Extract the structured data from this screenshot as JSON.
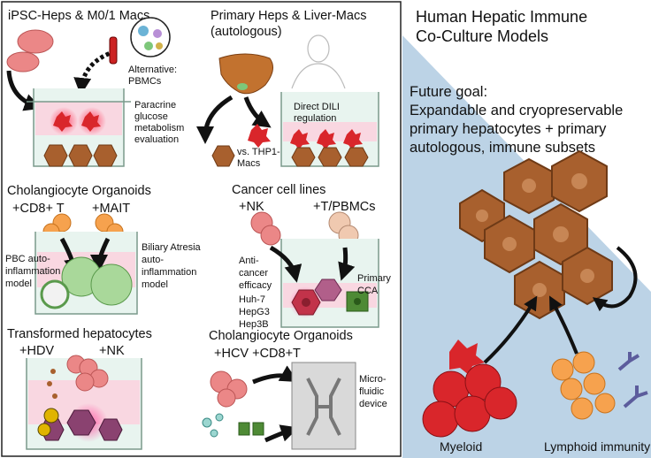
{
  "colors": {
    "hep_brown": "#a8602e",
    "hep_brown_dark": "#6e3a16",
    "red_cell": "#d9262b",
    "orange_cell": "#f6a24e",
    "peach_cell": "#f0c9b0",
    "pink_cell": "#eb8787",
    "well_fill": "#e8f4ef",
    "medium_pink": "#f9d7e1",
    "blue_panel": "#bcd3e6",
    "green_organoid": "#a9d89a",
    "antibody_blue": "#5c5c9c"
  },
  "panels": {
    "ipsc": {
      "title": "iPSC-Heps & M0/1 Macs",
      "alt_label_1": "Alternative:",
      "alt_label_2": "PBMCs",
      "desc_1": "Paracrine",
      "desc_2": "glucose",
      "desc_3": "metabolism",
      "desc_4": "evaluation"
    },
    "primary": {
      "title_1": "Primary Heps & Liver-Macs",
      "title_2": "(autologous)",
      "direct_1": "Direct DILI",
      "direct_2": "regulation",
      "vs_1": "vs. THP1-",
      "vs_2": "Macs"
    },
    "cholangio": {
      "title": "Cholangiocyte Organoids",
      "cd8_label": "+CD8+ T",
      "mait_label": "+MAIT",
      "pbc_1": "PBC auto-",
      "pbc_2": "inflammation",
      "pbc_3": "model",
      "ba_1": "Biliary Atresia",
      "ba_2": "auto-",
      "ba_3": "inflammation",
      "ba_4": "model"
    },
    "cancer": {
      "title": "Cancer cell lines",
      "nk_label": "+NK",
      "t_label": "+T/PBMCs",
      "anti_1": "Anti-",
      "anti_2": "cancer",
      "anti_3": "efficacy",
      "line_1": "Huh-7",
      "line_2": "HepG3",
      "line_3": "Hep3B",
      "primary_1": "Primary",
      "primary_2": "CCA"
    },
    "transformed": {
      "title": "Transformed hepatocytes",
      "hdv_label": "+HDV",
      "nk_label": "+NK"
    },
    "hcv": {
      "title": "Cholangiocyte Organoids",
      "labels": "+HCV +CD8+T",
      "device_1": "Micro-",
      "device_2": "fluidic",
      "device_3": "device"
    }
  },
  "right": {
    "title_1": "Human Hepatic Immune",
    "title_2": "Co-Culture Models",
    "goal_1": "Future goal:",
    "goal_2": "Expandable and cryopreservable",
    "goal_3": "primary hepatocytes + primary",
    "goal_4": "autologous, immune subsets",
    "myeloid": "Myeloid",
    "lymphoid": "Lymphoid immunity"
  }
}
